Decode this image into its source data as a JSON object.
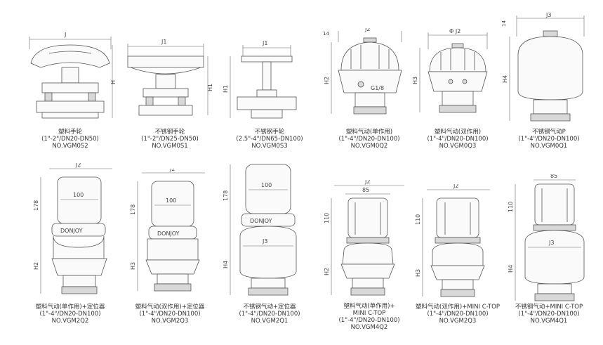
{
  "products": [
    {
      "name": "塑料手轮",
      "range": "(1\"-2\"/DN20-DN50)",
      "model": "NO.VGM0S2",
      "dims": {
        "width": "J",
        "height": "H"
      }
    },
    {
      "name": "不锈钢手轮",
      "range": "(1\"-2\"/DN25-DN50)",
      "model": "NO.VGM0S1",
      "dims": {
        "width": "J1",
        "height": "H1"
      }
    },
    {
      "name": "不锈钢手轮",
      "range": "(2.5\"-4\"/DN65-DN100)",
      "model": "NO.VGM0S3",
      "dims": {
        "width": "J1",
        "height": "H1"
      }
    },
    {
      "name": "塑料气动(单作用)",
      "range": "(1\"-4\"/DN20-DN100)",
      "model": "NO.VGM0Q2",
      "dims": {
        "width": "J2",
        "height": "H2",
        "top": "14",
        "port": "G1/8"
      }
    },
    {
      "name": "塑料气动(双作用)",
      "range": "(1\"-4\"/DN20-DN100)",
      "model": "NO.VGM0Q3",
      "dims": {
        "width": "Φ J2",
        "height": "H3"
      }
    },
    {
      "name": "不锈钢气动P",
      "range": "(1\"-4\"/DN20-DN100)",
      "model": "NO.VGM0Q1",
      "dims": {
        "width": "J3",
        "height": "H4",
        "top": "14"
      }
    },
    {
      "name": "塑料气动(单作用)+定位器",
      "range": "(1\"-4\"/DN20-DN100)",
      "model": "NO.VGM2Q2",
      "dims": {
        "width": "J2",
        "inner": "100",
        "upper": "178",
        "height": "H2",
        "brand": "DONJOY"
      }
    },
    {
      "name": "塑料气动(双作用)+定位器",
      "range": "(1\"-4\"/DN20-DN100)",
      "model": "NO.VGM2Q3",
      "dims": {
        "width": "J2",
        "inner": "100",
        "upper": "178",
        "height": "H3",
        "brand": "DONJOY"
      }
    },
    {
      "name": "不锈钢气动+定位器",
      "range": "(1\"-4\"/DN20-DN100)",
      "model": "NO.VGM2Q1",
      "dims": {
        "inner": "100",
        "upper": "178",
        "lower": "J3",
        "height": "H4",
        "brand": "DONJOY"
      }
    },
    {
      "name": "塑料气动(单作用)+",
      "name2": "MINI C-TOP",
      "range": "(1\"-4\"/DN20-DN100)",
      "model": "NO.VGM4Q2",
      "dims": {
        "width": "J2",
        "inner": "85",
        "upper": "110",
        "height": "H2"
      }
    },
    {
      "name": "塑料气动(双作用)+MINI C-TOP",
      "range": "(1\"-4\"/DN20-DN100)",
      "model": "NO.VGM2Q3",
      "dims": {
        "width": "J2",
        "upper": "110",
        "height": "H3"
      }
    },
    {
      "name": "不锈钢气动+MINI C-TOP",
      "range": "(1\"-4\"/DN20-DN100)",
      "model": "NO.VGM4Q1",
      "dims": {
        "inner": "85",
        "upper": "110",
        "lower": "J3",
        "height": "H4"
      }
    }
  ]
}
